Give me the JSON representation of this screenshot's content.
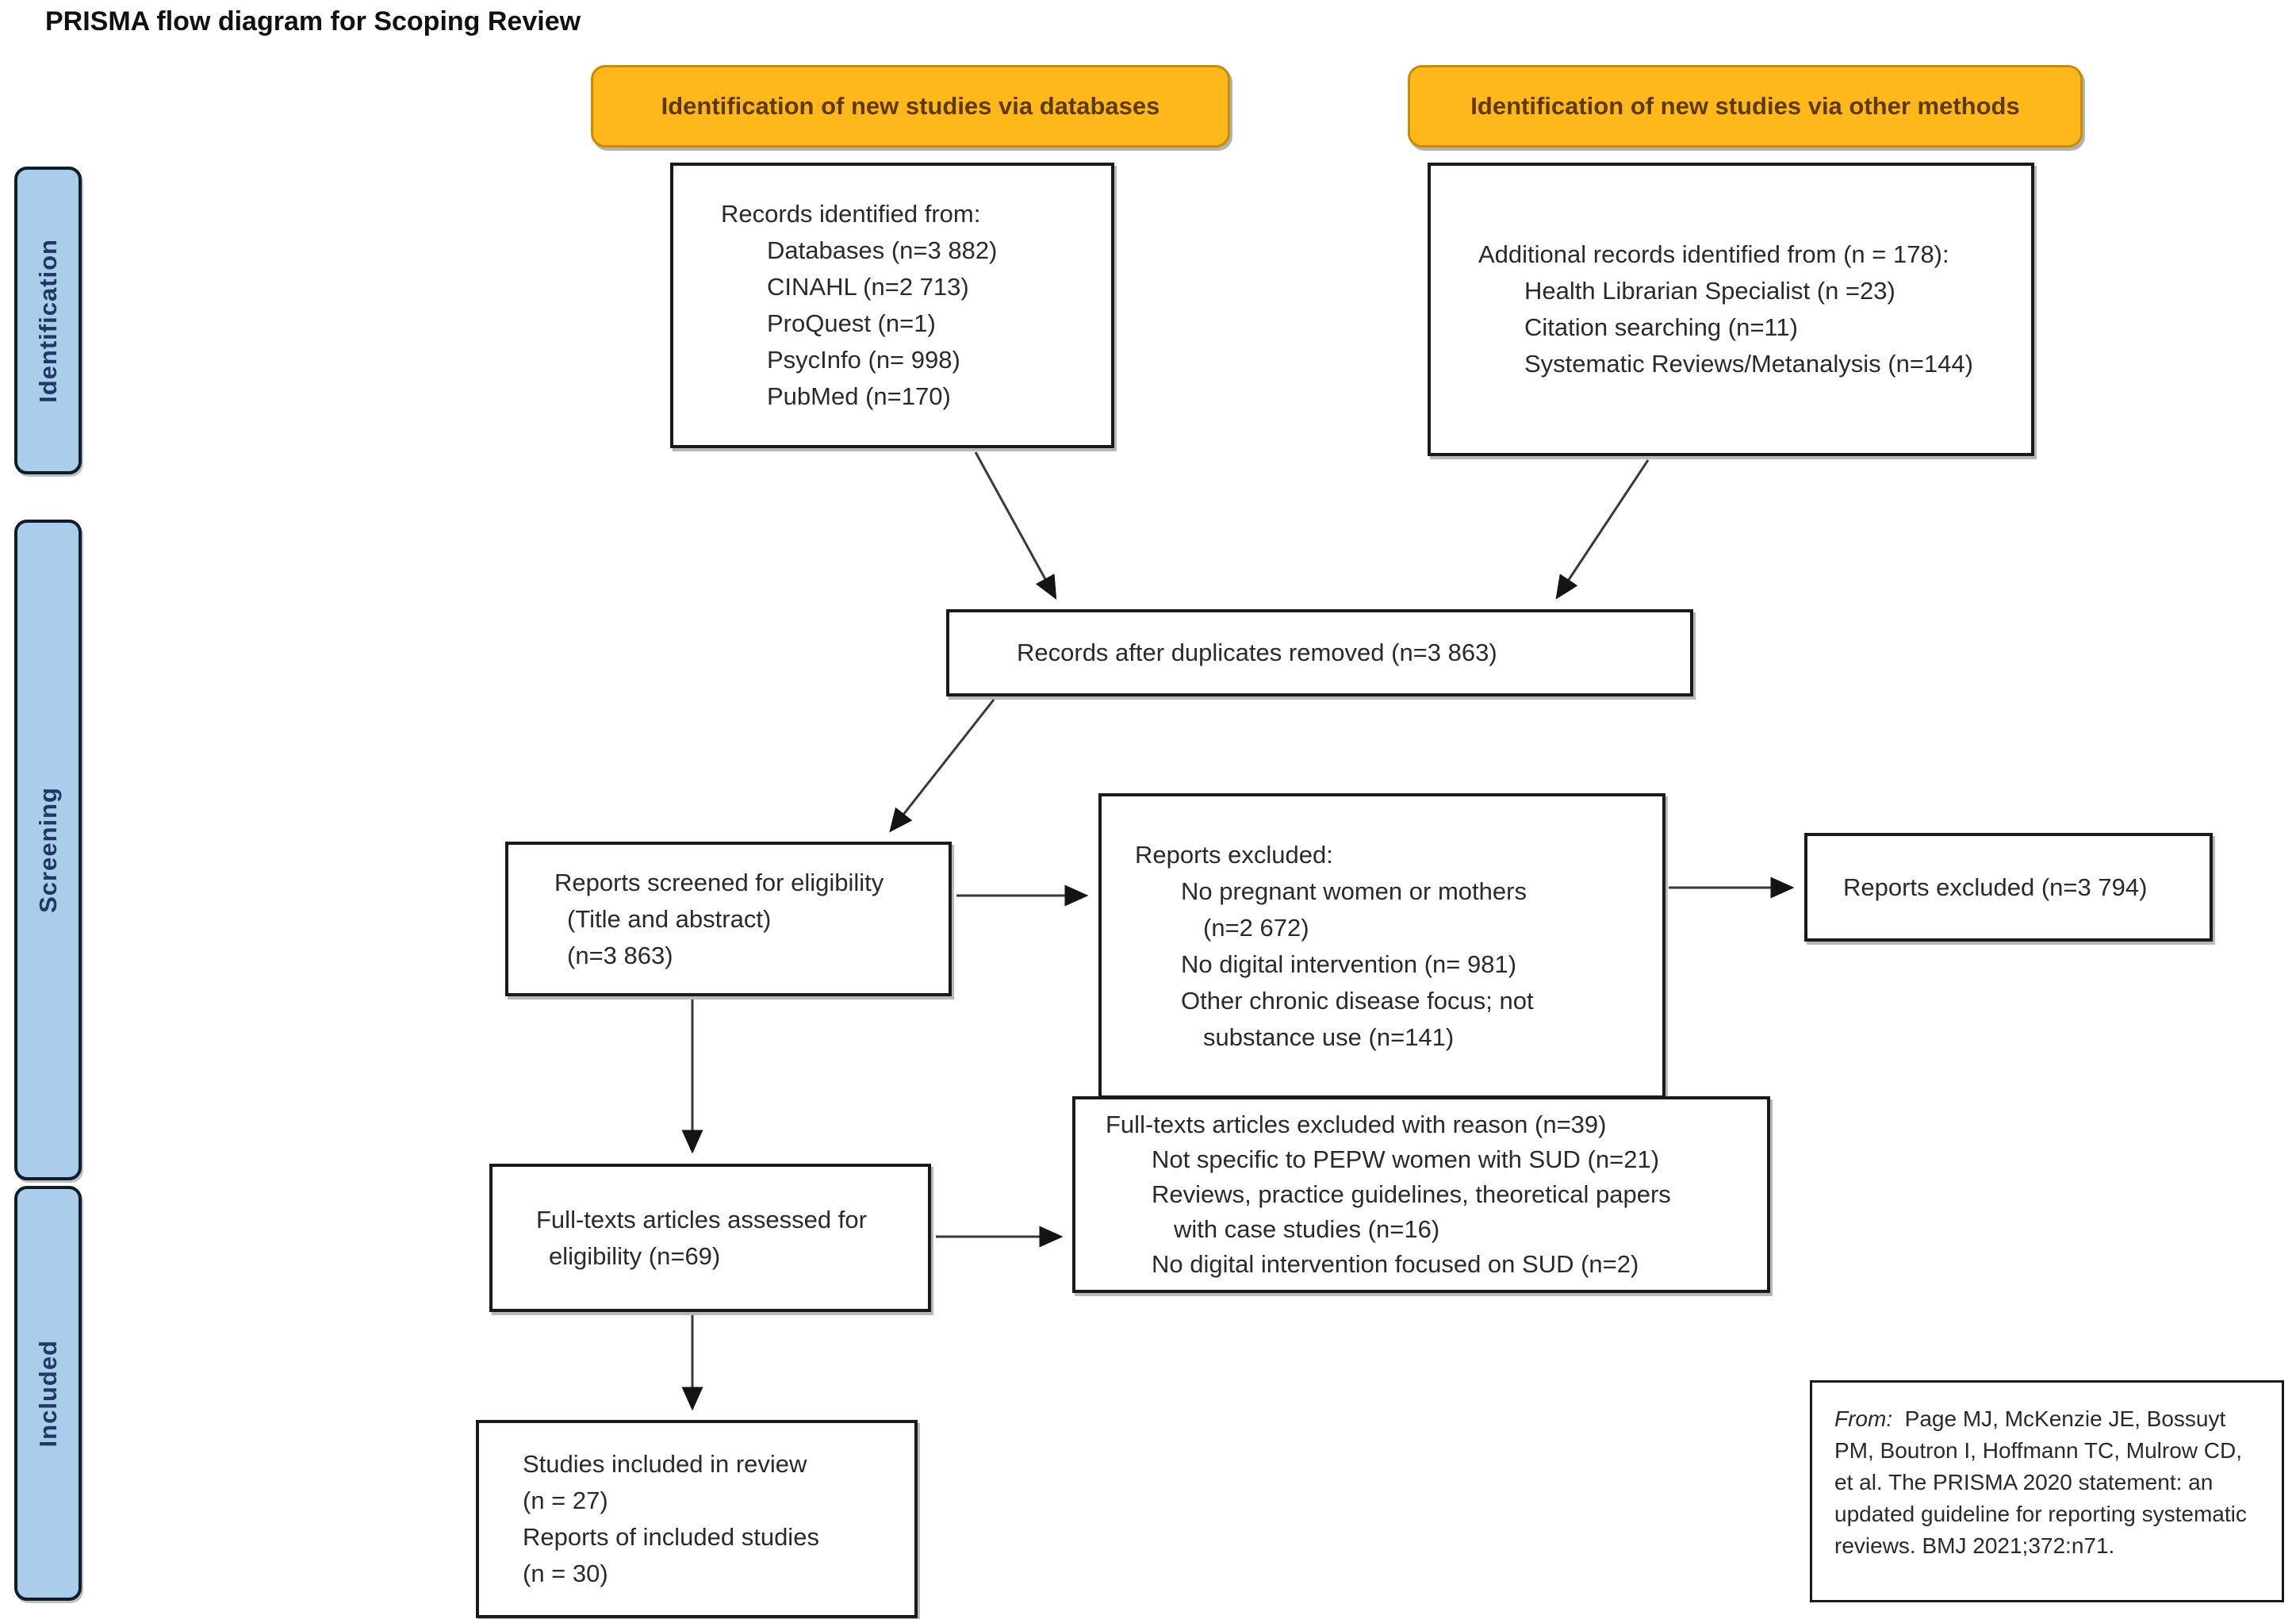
{
  "title": "PRISMA flow diagram for Scoping Review",
  "colors": {
    "accent_orange": "#FFB81C",
    "orange_border": "#C98B00",
    "orange_text": "#5E3A00",
    "sidebar_fill": "#A9CDEB",
    "sidebar_text": "#1F3864",
    "box_border": "#1A1A1A"
  },
  "sidebar": {
    "items": [
      {
        "label": "Identification"
      },
      {
        "label": "Screening"
      },
      {
        "label": "Included"
      }
    ]
  },
  "headers": {
    "databases": "Identification of new studies via databases",
    "other_methods": "Identification of new studies via other methods"
  },
  "boxes": {
    "records_identified": {
      "lines": [
        {
          "t": "Records identified from:",
          "i": 0
        },
        {
          "t": "Databases (n=3 882)",
          "i": 1
        },
        {
          "t": "CINAHL (n=2 713)",
          "i": 1
        },
        {
          "t": "ProQuest (n=1)",
          "i": 1
        },
        {
          "t": "PsycInfo (n= 998)",
          "i": 1
        },
        {
          "t": "PubMed (n=170)",
          "i": 1
        }
      ]
    },
    "additional_records": {
      "lines": [
        {
          "t": "Additional records identified from (n = 178):",
          "i": 0
        },
        {
          "t": "Health Librarian Specialist (n =23)",
          "i": 1
        },
        {
          "t": "Citation searching (n=11)",
          "i": 1
        },
        {
          "t": "Systematic Reviews/Metanalysis (n=144)",
          "i": 1
        }
      ]
    },
    "duplicates_removed": {
      "lines": [
        {
          "t": "Records after duplicates removed (n=3 863)",
          "i": 0
        }
      ]
    },
    "reports_screened": {
      "lines": [
        {
          "t": "Reports screened for eligibility",
          "i": 0
        },
        {
          "t": "(Title and abstract)",
          "i": "s"
        },
        {
          "t": "(n=3 863)",
          "i": "s"
        }
      ]
    },
    "reports_excluded_reasons": {
      "lines": [
        {
          "t": "Reports excluded:",
          "i": 0
        },
        {
          "t": "No pregnant women or mothers",
          "i": 1
        },
        {
          "t": "(n=2 672)",
          "i": 2
        },
        {
          "t": "No digital intervention (n= 981)",
          "i": 1
        },
        {
          "t": "Other chronic disease focus; not",
          "i": 1
        },
        {
          "t": "substance use (n=141)",
          "i": 2
        }
      ]
    },
    "reports_excluded_total": {
      "lines": [
        {
          "t": "Reports excluded (n=3 794)",
          "i": 0
        }
      ]
    },
    "fulltexts_excluded": {
      "lines": [
        {
          "t": "Full-texts articles excluded with reason (n=39)",
          "i": 0
        },
        {
          "t": "Not specific to PEPW women with SUD (n=21)",
          "i": 1
        },
        {
          "t": "Reviews, practice guidelines, theoretical papers",
          "i": 1
        },
        {
          "t": "with case studies (n=16)",
          "i": 2
        },
        {
          "t": "No digital intervention focused on SUD (n=2)",
          "i": 1
        }
      ]
    },
    "fulltexts_assessed": {
      "lines": [
        {
          "t": "Full-texts articles assessed for",
          "i": 0
        },
        {
          "t": "eligibility (n=69)",
          "i": "s"
        }
      ]
    },
    "studies_included": {
      "lines": [
        {
          "t": "Studies included in review",
          "i": 0
        },
        {
          "t": "(n = 27)",
          "i": 0
        },
        {
          "t": "Reports of included studies",
          "i": 0
        },
        {
          "t": "(n = 30)",
          "i": 0
        }
      ]
    }
  },
  "citation": {
    "prefix": "From:",
    "body": "  Page MJ, McKenzie JE, Bossuyt PM, Boutron I, Hoffmann TC, Mulrow CD, et al. The PRISMA 2020 statement: an updated guideline for reporting systematic reviews. BMJ 2021;372:n71."
  }
}
